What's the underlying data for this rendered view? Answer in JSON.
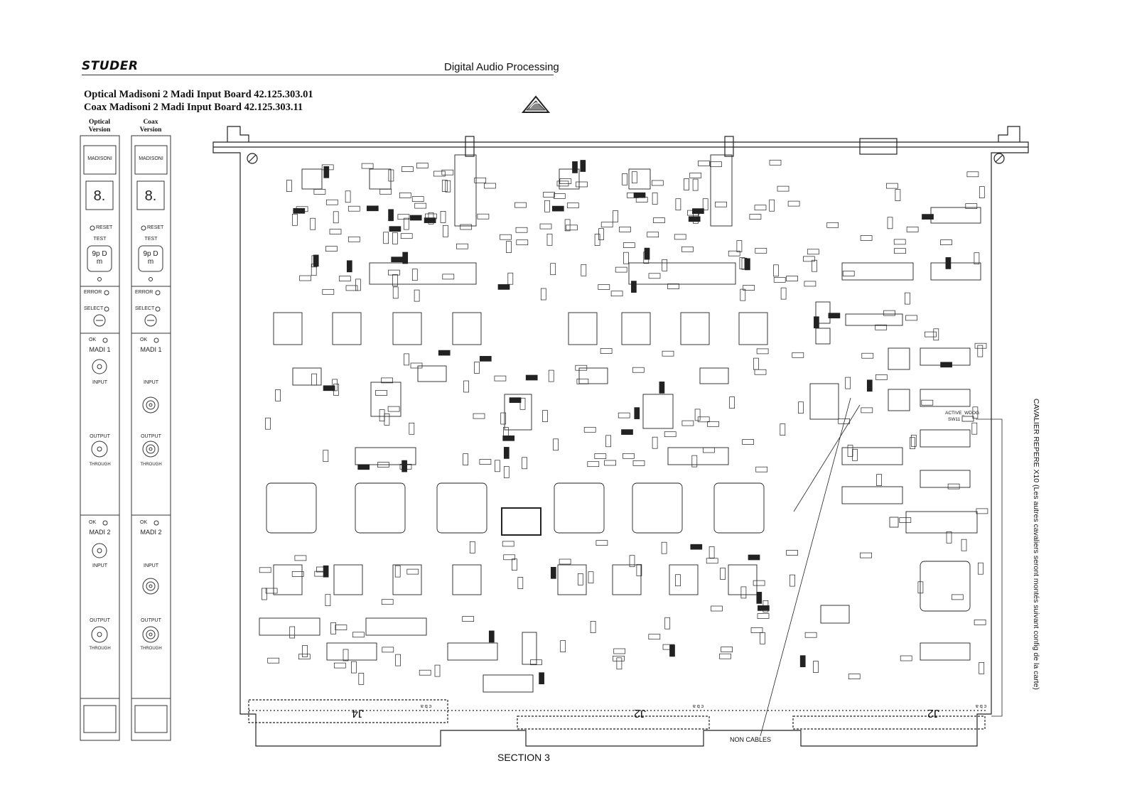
{
  "header": {
    "brand": "STUDER",
    "doc_title": "Digital Audio Processing",
    "board_title_1": "Optical Madisoni 2 Madi Input Board   42.125.303.01",
    "board_title_2": "Coax Madisoni 2 Madi Input Board   42.125.303.11"
  },
  "versions": {
    "optical": "Optical\nVersion",
    "coax": "Coax\nVersion"
  },
  "front_panel": {
    "brand_label": "MADISONI",
    "digit": "8.",
    "reset": "RESET",
    "test": "TEST",
    "sub_d": "9p D m",
    "error": "ERROR",
    "select": "SELECT",
    "ok": "OK",
    "madi1": "MADI 1",
    "madi2": "MADI 2",
    "input": "INPUT",
    "output": "OUTPUT",
    "through": "THROUGH"
  },
  "board": {
    "connectors": [
      "J4",
      "J2",
      "J2"
    ],
    "cba": "c b a",
    "watchdog": "ACTIVE_WDOG",
    "sw": "SW11",
    "non_cables": "NON CABLES",
    "cavalier_note": "CAVALIER REPERE X10 (Les autres cavaliers seront montés suivant config de la carte)"
  },
  "footer": {
    "section": "SECTION 3"
  },
  "colors": {
    "line": "#222222",
    "background": "#ffffff"
  }
}
